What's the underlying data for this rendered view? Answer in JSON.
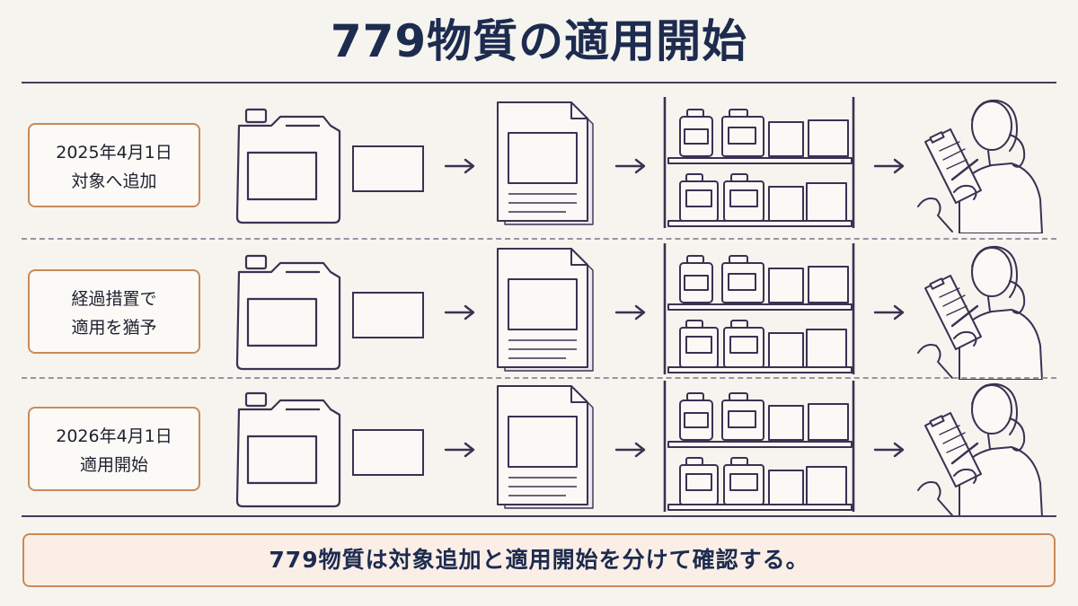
{
  "title": "779物質の適用開始",
  "rows": [
    {
      "label_lines": [
        "2025年4月1日",
        "対象へ追加"
      ]
    },
    {
      "label_lines": [
        "経過措置で",
        "適用を猶予"
      ]
    },
    {
      "label_lines": [
        "2026年4月1日",
        "適用開始"
      ]
    }
  ],
  "footer": "779物質は対象追加と適用開始を分けて確認する。",
  "colors": {
    "title": "#1d2b4f",
    "line": "#4a3a5e",
    "label_border": "#c98a5a",
    "footer_bg": "#faeee6"
  }
}
